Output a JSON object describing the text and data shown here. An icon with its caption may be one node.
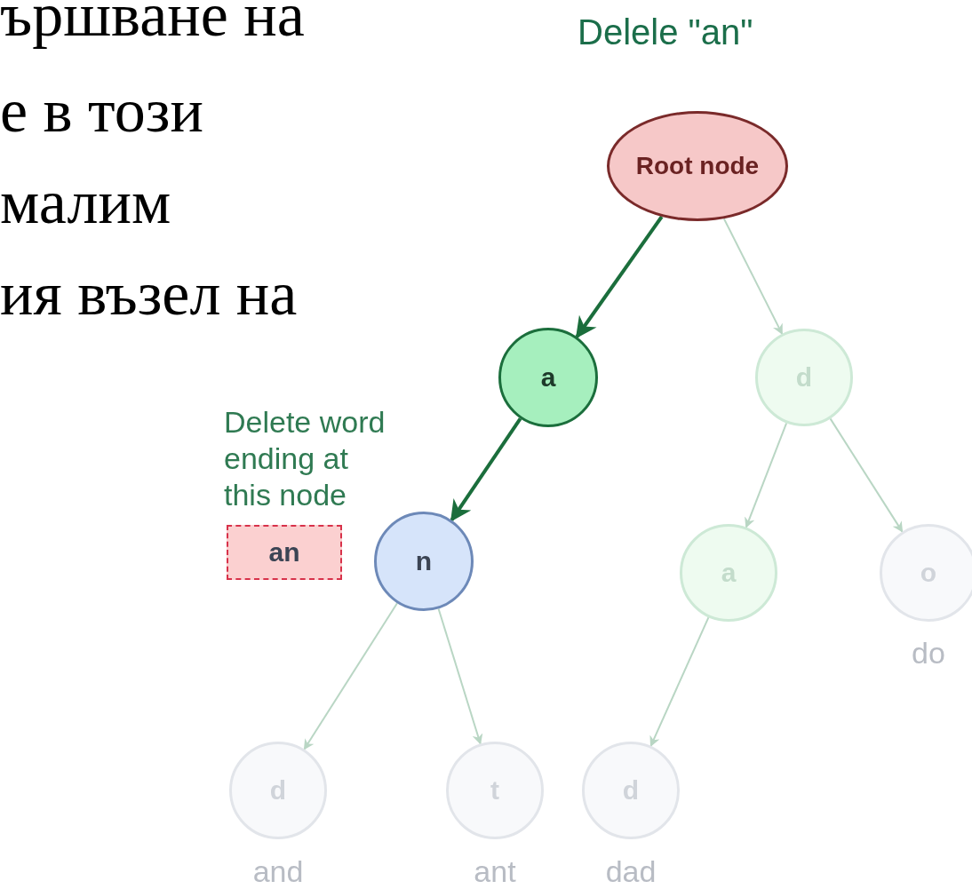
{
  "diagram": {
    "title": "Delele \"an\"",
    "nodes": [
      {
        "text": [
          "Root node"
        ]
      },
      {
        "text": [
          "a"
        ]
      },
      {
        "text": [
          "d"
        ]
      },
      {
        "text": [
          "n"
        ]
      },
      {
        "text": [
          "a"
        ]
      },
      {
        "text": [
          "o"
        ],
        "beside": [
          "do"
        ]
      },
      {
        "text": [
          "d"
        ],
        "beside": [
          "and"
        ]
      },
      {
        "text": [
          "t"
        ],
        "beside": [
          "ant"
        ]
      },
      {
        "text": [
          "d"
        ],
        "beside": [
          "dad"
        ]
      },
      {
        "text": [
          "an"
        ]
      }
    ],
    "edges": [
      {
        "from": 0,
        "to": 1,
        "arrow": "to",
        "style": "thick",
        "color": "#1b6e3c"
      },
      {
        "from": 0,
        "to": 2,
        "arrow": "to"
      },
      {
        "from": 1,
        "to": 3,
        "arrow": "to",
        "style": "thick",
        "color": "#1b6e3c"
      },
      {
        "from": 2,
        "to": 4,
        "arrow": "to"
      },
      {
        "from": 2,
        "to": 5,
        "arrow": "to"
      },
      {
        "from": 3,
        "to": 6,
        "arrow": "to"
      },
      {
        "from": 3,
        "to": 7,
        "arrow": "to"
      },
      {
        "from": 4,
        "to": 8,
        "arrow": "to"
      }
    ],
    "labels": [
      "ършване на",
      "е в този",
      "малим",
      "ия възел на",
      "Delete word ending at this node"
    ]
  }
}
